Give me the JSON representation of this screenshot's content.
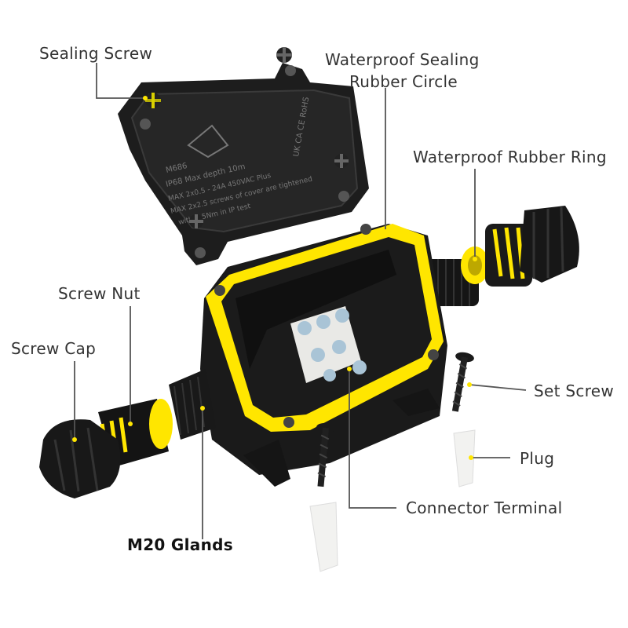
{
  "product": "waterproof junction box exploded diagram",
  "accent_color": "#f2e600",
  "body_color": "#1a1a1a",
  "labels": {
    "sealing_screw": "Sealing Screw",
    "sealing_rubber_circle_line1": "Waterproof Sealing",
    "sealing_rubber_circle_line2": "Rubber Circle",
    "rubber_ring": "Waterproof Rubber Ring",
    "screw_nut": "Screw Nut",
    "screw_cap": "Screw Cap",
    "set_screw": "Set Screw",
    "plug": "Plug",
    "connector_terminal": "Connector Terminal",
    "m20_glands": "M20 Glands"
  },
  "lid_text": {
    "model": "M686",
    "line1": "IP68  Max depth 10m",
    "line2": "MAX 2x0.5 - 24A 450VAC Plus",
    "line3": "MAX 2x2.5 screws of cover are tightened",
    "line4": "with 1.5Nm in IP test",
    "marks": "UK CA  CE  RoHS"
  }
}
